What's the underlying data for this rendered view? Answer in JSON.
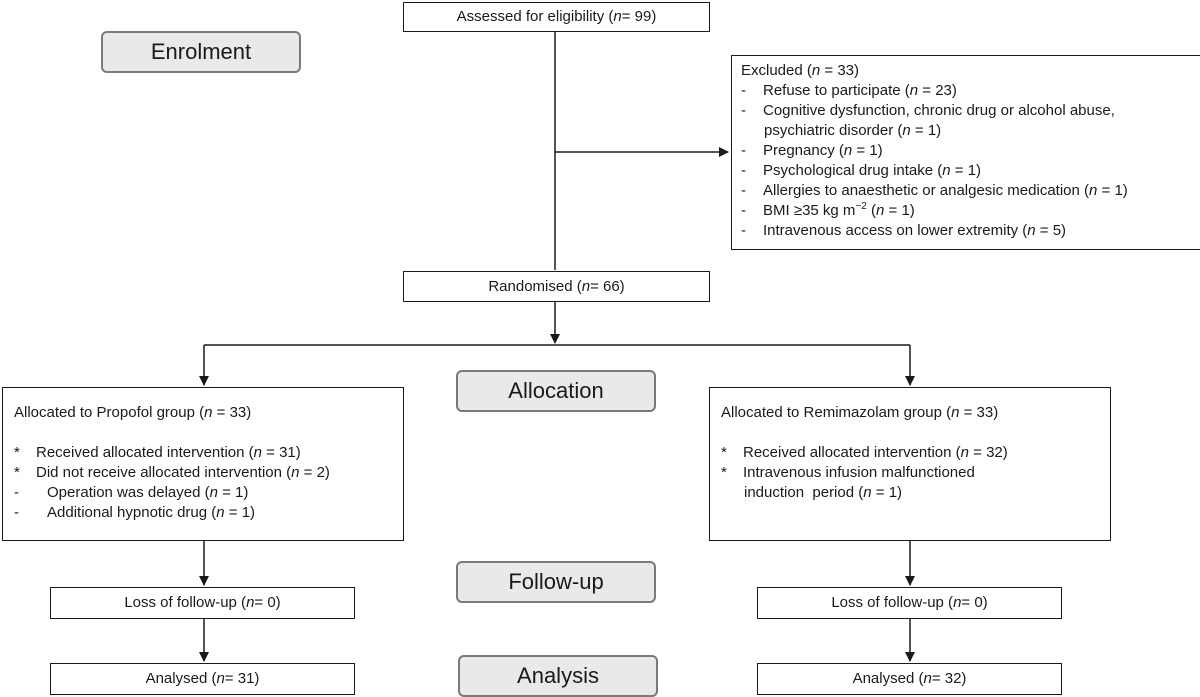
{
  "stages": {
    "enrolment": "Enrolment",
    "allocation": "Allocation",
    "follow_up": "Follow-up",
    "analysis": "Analysis"
  },
  "assessed": {
    "label": "Assessed for eligibility (",
    "n": "n",
    "value": " = 99)"
  },
  "excluded": {
    "title": "Excluded (",
    "title_n": "n",
    "title_value": " = 33)",
    "marker": "-",
    "items": [
      {
        "text": "Refuse to participate (",
        "n": "n",
        "value": " = 23)"
      },
      {
        "text": "Cognitive dysfunction, chronic drug or alcohol abuse,",
        "cont": "psychiatric disorder (",
        "n": "n",
        "value": " = 1)"
      },
      {
        "text": "Pregnancy (",
        "n": "n",
        "value": " = 1)"
      },
      {
        "text": "Psychological drug intake (",
        "n": "n",
        "value": " = 1)"
      },
      {
        "text": "Allergies to anaesthetic or analgesic medication (",
        "n": "n",
        "value": " = 1)"
      },
      {
        "text": "BMI ≥35 kg m",
        "sup": "−2",
        "text2": " (",
        "n": "n",
        "value": " = 1)"
      },
      {
        "text": "Intravenous access on lower extremity (",
        "n": "n",
        "value": " = 5)"
      }
    ]
  },
  "randomised": {
    "label": "Randomised (",
    "n": "n",
    "value": " = 66)"
  },
  "propofol": {
    "title": "Allocated to Propofol group (",
    "title_n": "n",
    "title_value": " = 33)",
    "star": "*",
    "dash": "-",
    "received": {
      "text": "Received allocated intervention (",
      "n": "n",
      "value": " = 31)"
    },
    "not_received": {
      "text": "Did not receive allocated intervention (",
      "n": "n",
      "value": " = 2)"
    },
    "sub": [
      {
        "text": "Operation was delayed (",
        "n": "n",
        "value": " = 1)"
      },
      {
        "text": "Additional hypnotic drug (",
        "n": "n",
        "value": " = 1)"
      }
    ],
    "loss": {
      "text": "Loss of follow-up (",
      "n": "n",
      "value": " = 0)"
    },
    "analysed": {
      "text": "Analysed (",
      "n": "n",
      "value": " = 31)"
    }
  },
  "remimazolam": {
    "title": "Allocated to Remimazolam group (",
    "title_n": "n",
    "title_value": " = 33)",
    "star": "*",
    "received": {
      "text": "Received allocated intervention (",
      "n": "n",
      "value": " = 32)"
    },
    "malfunction": {
      "text": "Intravenous infusion malfunctioned",
      "cont": "induction  period (",
      "n": "n",
      "value": " = 1)"
    },
    "loss": {
      "text": "Loss of follow-up (",
      "n": "n",
      "value": " = 0)"
    },
    "analysed": {
      "text": "Analysed (",
      "n": "n",
      "value": " = 32)"
    }
  }
}
